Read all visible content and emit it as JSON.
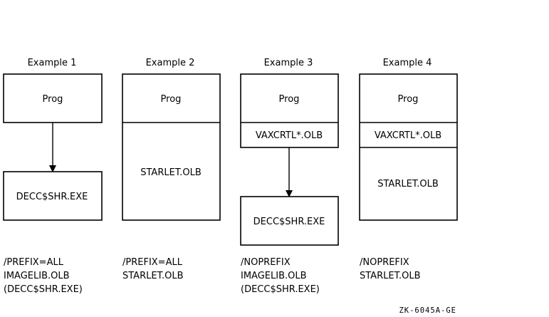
{
  "examples": [
    {
      "title": "Example 1",
      "prog": "Prog",
      "target": "DECC$SHR.EXE",
      "notes": [
        "/PREFIX=ALL",
        "IMAGELIB.OLB",
        "(DECC$SHR.EXE)"
      ]
    },
    {
      "title": "Example 2",
      "prog": "Prog",
      "library": "STARLET.OLB",
      "notes": [
        "/PREFIX=ALL",
        "STARLET.OLB"
      ]
    },
    {
      "title": "Example 3",
      "prog": "Prog",
      "library": "VAXCRTL*.OLB",
      "target": "DECC$SHR.EXE",
      "notes": [
        "/NOPREFIX",
        "IMAGELIB.OLB",
        "(DECC$SHR.EXE)"
      ]
    },
    {
      "title": "Example 4",
      "prog": "Prog",
      "library": "VAXCRTL*.OLB",
      "library2": "STARLET.OLB",
      "notes": [
        "/NOPREFIX",
        "STARLET.OLB"
      ]
    }
  ],
  "figure_code": "ZK-6045A-GE"
}
